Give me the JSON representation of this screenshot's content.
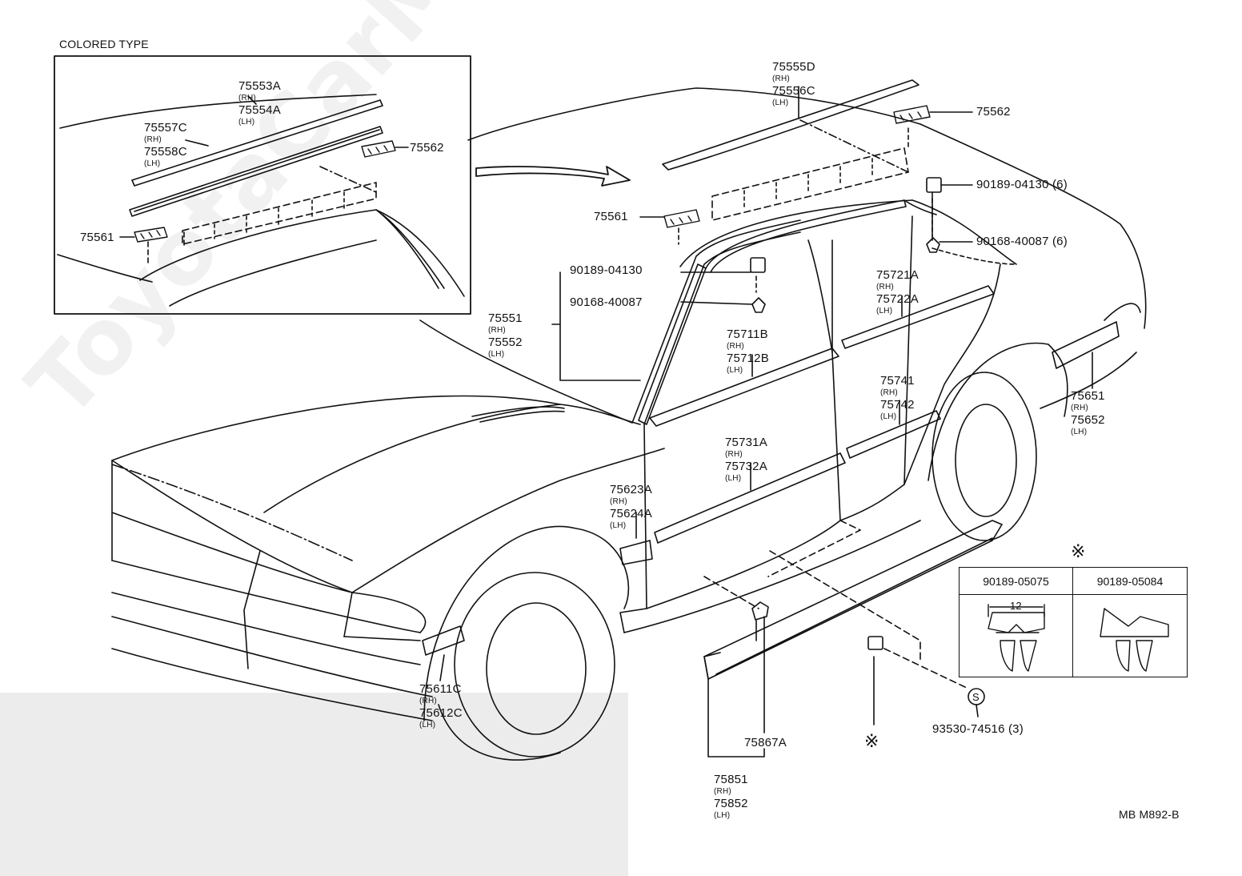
{
  "inset": {
    "title": "COLORED TYPE"
  },
  "watermark": "ToyotaCarMine.ru",
  "labels": {
    "l75553": [
      "75553A",
      "(RH)"
    ],
    "l75554": [
      "75554A",
      "(LH)"
    ],
    "l75557": [
      "75557C",
      "(RH)"
    ],
    "l75558": [
      "75558C",
      "(LH)"
    ],
    "l75562a": [
      "75562",
      ""
    ],
    "l75561a": [
      "75561",
      ""
    ],
    "l75555": [
      "75555D",
      "(RH)"
    ],
    "l75556": [
      "75556C",
      "(LH)"
    ],
    "l75562b": [
      "75562",
      ""
    ],
    "l90189a": [
      "90189-04130 (6)",
      ""
    ],
    "l75561b": [
      "75561",
      ""
    ],
    "l90168a": [
      "90168-40087 (6)",
      ""
    ],
    "l90189b": [
      "90189-04130",
      ""
    ],
    "l90168b": [
      "90168-40087",
      ""
    ],
    "l75551": [
      "75551",
      "(RH)"
    ],
    "l75552": [
      "75552",
      "(LH)"
    ],
    "l75721": [
      "75721A",
      "(RH)"
    ],
    "l75722": [
      "75722A",
      "(LH)"
    ],
    "l75711": [
      "75711B",
      "(RH)"
    ],
    "l75712": [
      "75712B",
      "(LH)"
    ],
    "l75741": [
      "75741",
      "(RH)"
    ],
    "l75742": [
      "75742",
      "(LH)"
    ],
    "l75651": [
      "75651",
      "(RH)"
    ],
    "l75652": [
      "75652",
      "(LH)"
    ],
    "l75731": [
      "75731A",
      "(RH)"
    ],
    "l75732": [
      "75732A",
      "(LH)"
    ],
    "l75623": [
      "75623A",
      "(RH)"
    ],
    "l75624": [
      "75624A",
      "(LH)"
    ],
    "l75611": [
      "75611C",
      "(RH)"
    ],
    "l75612": [
      "75612C",
      "(LH)"
    ],
    "l75867": [
      "75867A",
      ""
    ],
    "l75851": [
      "75851",
      "(RH)"
    ],
    "l75852": [
      "75852",
      "(LH)"
    ],
    "l93530": [
      "93530-74516 (3)",
      ""
    ]
  },
  "clip_table": {
    "marker": "※",
    "col1": "90189-05075",
    "col2": "90189-05084",
    "dimension": "12"
  },
  "ref_code": "MB M892-B",
  "marker_s": "S"
}
